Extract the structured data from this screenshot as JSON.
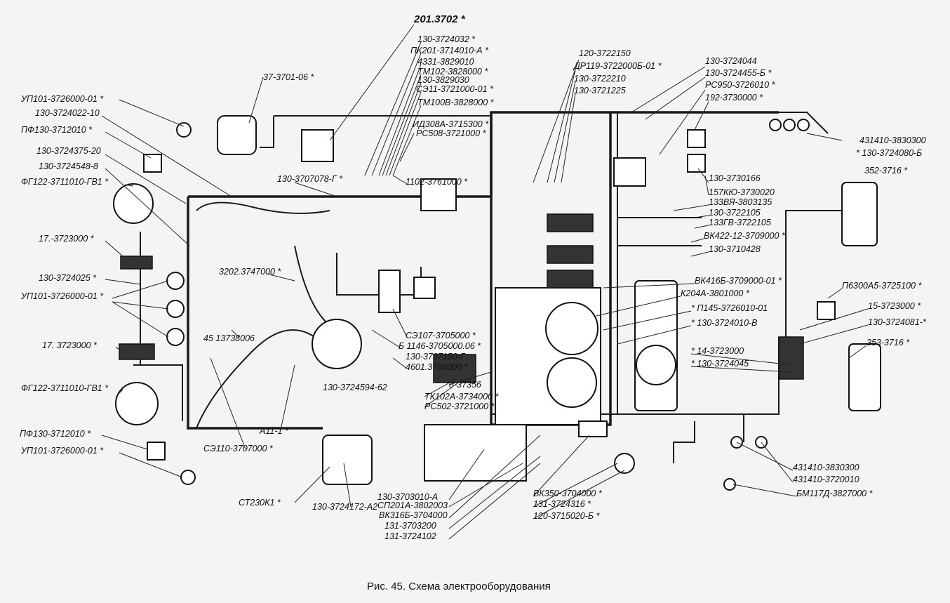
{
  "labels": [
    "УП101-3726000-01 *",
    "130-3724022-10",
    "ПФ130-3712010 *",
    "130-3724375-20",
    "130-3724548-8",
    "ФГ122-3711010-ГВ1 *",
    "17.-3723000 *",
    "130-3724025 *",
    "УП101-3726000-01 *",
    "17. 3723000 *",
    "ФГ122-3711010-ГВ1 *",
    "ПФ130-3712010 *",
    "УП101-3726000-01 *",
    "37-3701-06 *",
    "201.3702 *",
    "130-3724032 *",
    "ПК201-3714010-А *",
    "4331-3829010",
    "ТМ102-3828000 *",
    "130-3829030",
    "СЭ11-3721000-01 *",
    "ТМ100В-3828000 *",
    "ИД308А-3715300 *",
    "РС508-3721000 *",
    "130-3707078-Г *",
    "1102-3761000 *",
    "3202.3747000 *",
    "45 13738006",
    "СЭ107-3705000 *",
    "Б 1146-3705000.06 *",
    "130-3707150-Г",
    "4601.3706000 *",
    "8-37356",
    "130-3724594-62",
    "ТК102А-3734000 *",
    "РС502-3721000 *",
    "А11-1 *",
    "СЭ110-3707000 *",
    "СТ230К1 *",
    "130-3724172-А2",
    "130-3703010-А",
    "СП201А-3802003",
    "ВК316Б-3704000",
    "131-3703200",
    "131-3724102",
    "120-3722150",
    "ДР119-3722000Б-01 *",
    "130-3722210",
    "130-3721225",
    "130-3724044",
    "130-3724455-Б *",
    "РС950-3726010 *",
    "192-3730000 *",
    "431410-3830300",
    "* 130-3724080-Б",
    "352-3716 *",
    "130-3730166",
    "157КЮ-3730020",
    "133ВЯ-3803135",
    "130-3722105",
    "133ГВ-3722105",
    "ВК422-12-3709000 *",
    "130-3710428",
    "ВК416Б-3709000-01 *",
    "К204А-3801000 *",
    "* П145-3726010-01",
    "* 130-3724010-В",
    "П6300А5-3725100 *",
    "15-3723000 *",
    "130-3724081-*",
    "353-3716 *",
    "* 14-3723000",
    "* 130-3724045",
    "ВК350-3704000 *",
    "131-3724316 *",
    "120-3715020-Б *",
    "431410-3830300",
    "431410-3720010",
    "БМ117Д-3827000 *"
  ],
  "caption": "Рис. 45. Схема электрооборудования"
}
